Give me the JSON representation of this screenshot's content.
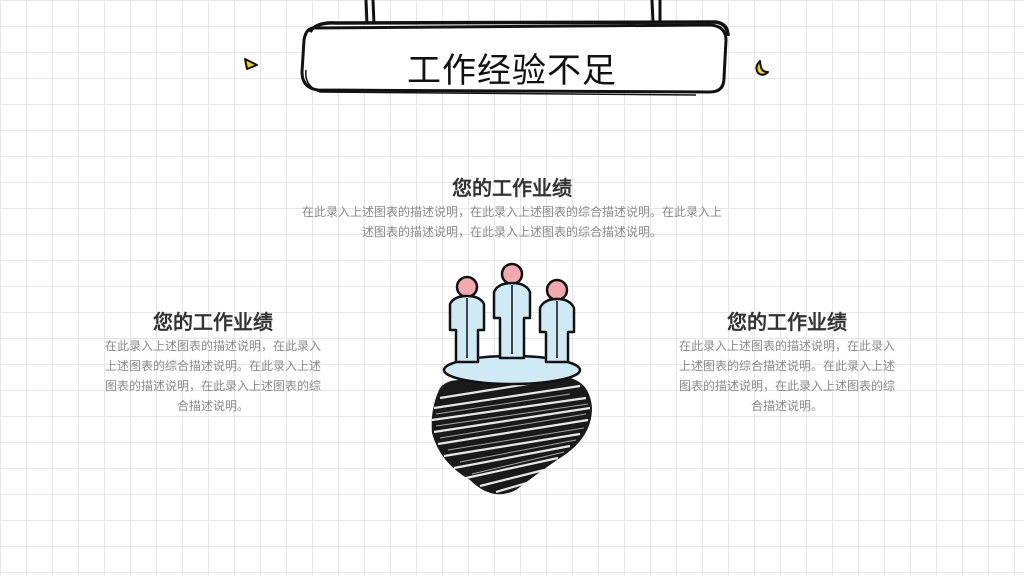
{
  "title": "工作经验不足",
  "blocks": {
    "top": {
      "heading": "您的工作业绩",
      "desc": "在此录入上述图表的描述说明，在此录入上述图表的综合描述说明。在此录入上述图表的描述说明，在此录入上述图表的综合描述说明。"
    },
    "left": {
      "heading": "您的工作业绩",
      "desc": "在此录入上述图表的描述说明，在此录入上述图表的综合描述说明。在此录入上述图表的描述说明，在此录入上述图表的综合描述说明。"
    },
    "right": {
      "heading": "您的工作业绩",
      "desc": "在此录入上述图表的描述说明，在此录入上述图表的综合描述说明。在此录入上述图表的描述说明，在此录入上述图表的综合描述说明。"
    }
  },
  "colors": {
    "accent_yellow": "#f2d21b",
    "figure_fill": "#cfeaf5",
    "head_pink": "#f3a9b0",
    "ink": "#111111"
  },
  "icons": [
    "hanging-sign",
    "people-group-icon",
    "scribble-rock",
    "triangle-doodle-icon",
    "moon-doodle-icon"
  ]
}
